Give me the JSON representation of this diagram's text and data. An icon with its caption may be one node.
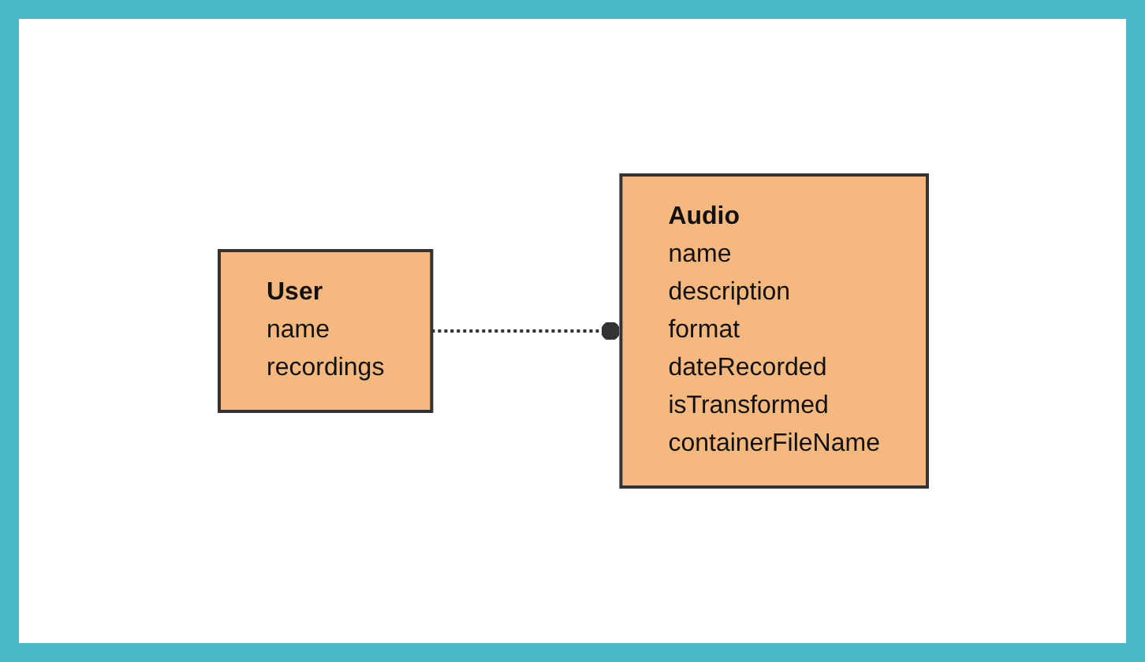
{
  "diagram": {
    "nodes": [
      {
        "text": [
          "User",
          "name",
          "recordings"
        ]
      },
      {
        "text": [
          "Audio",
          "name",
          "description",
          "format",
          "dateRecorded",
          "isTransformed",
          "containerFileName"
        ]
      }
    ],
    "edges": [
      {
        "from": 0,
        "to": 1,
        "arrow": "other",
        "style": "dashed"
      }
    ]
  }
}
